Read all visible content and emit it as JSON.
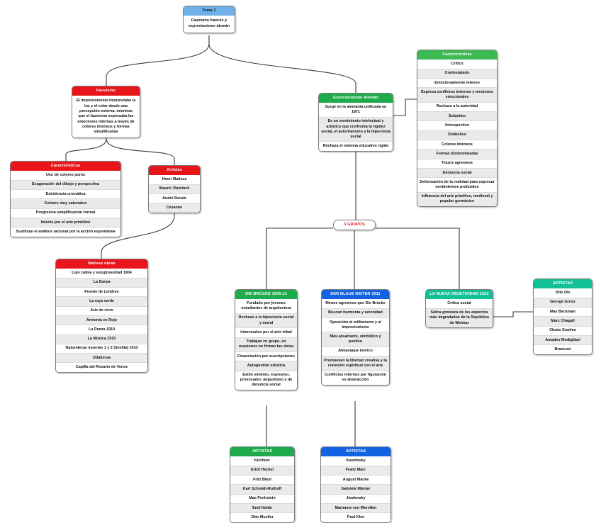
{
  "diagram": {
    "title": "Fauvismo francés y expresionismo alemán",
    "type": "mindmap",
    "colors": {
      "red": "#e8161a",
      "green": "#1faa4b",
      "green_bright": "#3cba54",
      "blue": "#1263e2",
      "teal": "#13bf96",
      "light_blue": "#6fb0e8",
      "connector": "#3a3a3a",
      "row_alt": "#eaeaea"
    }
  },
  "root": {
    "header": "Tema 1",
    "body": "Fauvismo francés y expresionismo alemán"
  },
  "fauvismo": {
    "header": "Fauvismo",
    "body": "El impresionismo interpretaba la luz y el color desde una percepción externa, mientras que el fauvismo expresaba las emociones internas a través de colores intensos y formas simplificadas",
    "caracteristicas": {
      "header": "Características",
      "items": [
        "Uso de colores puros",
        "Exageración del dibujo y perspectiva",
        "Estridencia cromática",
        "Colores muy saturados",
        "Progresiva simplificación formal",
        "Interés por el arte primitivo",
        "Sustituye el análisis racional por la acción espontánea"
      ]
    },
    "artistas": {
      "header": "Artistas",
      "items": [
        "Henri Matisse",
        "Mauric Vlaminck",
        "André Derain",
        "Cézanne"
      ]
    },
    "matisse_obras": {
      "header": "Matisse obras",
      "items": [
        "Lujo calma y vuluptuosidad 1904",
        "La Danza",
        "Puente de Londres",
        "La raya verde",
        "Joie de vivre",
        "Armonía en Rojo",
        "La Danza 1910",
        "La Música 1910",
        "Naturalezas muertas 1 y 2 (Sevilla) 1910",
        "Odaliscas",
        "Capilla del Rosario de Vence"
      ]
    }
  },
  "expresionismo": {
    "header": "Expresionismo Alemán",
    "lines": [
      "Surge en la alemania unificada en 1871",
      "Es un movimiento intelectual y artístico que confronta la rigidez social, el autoritarismo y la hipocresía social",
      "Rechaza el sistema educativo rígido"
    ],
    "caracteristicas": {
      "header": "Características",
      "items": [
        "Crítico",
        "Contestatario",
        "Emocionalmente intenso",
        "Expresa conflictos internos y tensiones emocionales",
        "Rechazo a la autoridad",
        "Subjetivo",
        "Introspectivo",
        "Simbólico",
        "Colores intensos",
        "Formas distorsionadas",
        "Trazos agresivos",
        "Denuncia social",
        "Deformación de la realidad para expresar sentimientos profundos",
        "Influencia del arte primitivo, medieval y popular germánico"
      ]
    }
  },
  "grupos": {
    "label": "3 GRUPOS",
    "die_brucke": {
      "header": "DIE BRÜCKE 1905-13",
      "items": [
        "Fundado por jóvenes estudiantes de arquitectura",
        "Rechazo a la hipocresía social y moral",
        "Interesados por el arte tribal",
        "Trabajan en grupo, en ocasiones no firman las obras",
        "Financiación por suscripciones",
        "Autogestión artística",
        "Estilo violento, expresivo, provocador, angustioso y de denuncia social"
      ],
      "artistas": {
        "header": "ARTISTAS",
        "items": [
          "Kirchner",
          "Erick Heckel",
          "Fritz Bleyl",
          "Karl Schmidt-Rottluff",
          "Max Pechstein",
          "Emil Nolde",
          "Otto Mueller"
        ]
      }
    },
    "der_blaue_reiter": {
      "header": "DER BLAUE REITER 1911",
      "items": [
        "Menos agresivos que Die Brücke",
        "Buscan harmonía y serenidad",
        "Oposición al militarismo y al impresionismo",
        "Más absatracto, simbólico y poético",
        "Almanaque teórico",
        "Promueven la libertad creativa y la conexión espiritual con el arte",
        "Conflictos internos por figuración vs abstracción"
      ],
      "artistas": {
        "header": "ARTISTAS",
        "items": [
          "Kandinsky",
          "Franz Marc",
          "August Macke",
          "Gabriele Münter",
          "Jawlensky",
          "Marianne von Werefkin",
          "Paul Klee"
        ]
      }
    },
    "la_nueva_objetividad": {
      "header": "LA NUEVA OBJETIVIDAD 1922",
      "items": [
        "Crítica social",
        "Sátira grotesca de los aspectos más degradados de la República de Weimar"
      ],
      "artistas": {
        "header": "ARTISTAS",
        "items": [
          "Otto Dix",
          "George Grosz",
          "Max Beckman",
          "Marc Chagall",
          "Chaim Soutine",
          "Amadeo Modigliani",
          "Brancusi"
        ]
      }
    }
  }
}
